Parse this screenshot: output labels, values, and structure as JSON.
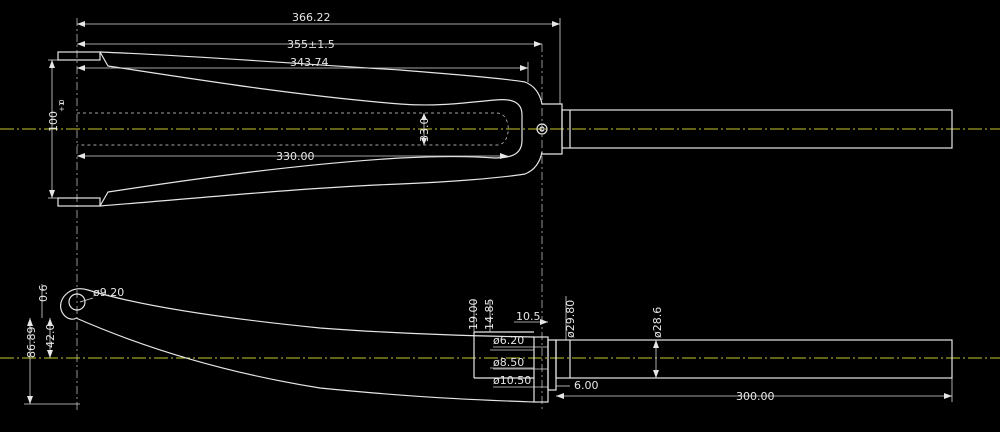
{
  "top_view": {
    "dims": {
      "overall_length": "366.22",
      "axle_to_crown": "355±1.5",
      "blade_length": "343.74",
      "inner_length": "330.00",
      "crown_slot": "33.0",
      "spacing": "100"
    },
    "spacing_tol_upper": "+1",
    "spacing_tol_lower": "0"
  },
  "side_view": {
    "dims": {
      "dropout_hole": "ø9.20",
      "rake_a": "42.0",
      "rake_b": "86.89",
      "dropout_small": "0.6",
      "crown_h1": "19.00",
      "crown_h2": "14.85",
      "race_offset": "10.5",
      "race_dia": "ø29.80",
      "steerer_dia": "ø28.6",
      "bore_1": "ø6.20",
      "bore_2": "ø8.50",
      "bore_3": "ø10.50",
      "step": "6.00",
      "steerer_length": "300.00"
    }
  }
}
